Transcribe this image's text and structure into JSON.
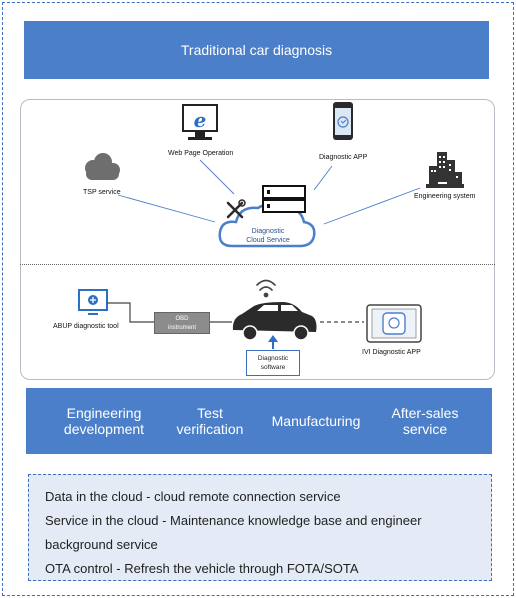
{
  "title": "Traditional car diagnosis",
  "cloud": {
    "label_line1": "Diagnostic",
    "label_line2": "Cloud Service"
  },
  "nodes": {
    "tsp": "TSP service",
    "web": "Web Page Operation",
    "app": "Diagnostic APP",
    "engineering": "Engineering system",
    "abup": "ABUP diagnostic tool",
    "obd_line1": "OBD",
    "obd_line2": "instrument",
    "diag_sw_line1": "Diagnostic",
    "diag_sw_line2": "software",
    "ivi": "IVI Diagnostic APP"
  },
  "stages": [
    {
      "line1": "Engineering",
      "line2": "development"
    },
    {
      "line1": "Test",
      "line2": "verification"
    },
    {
      "line1": "Manufacturing",
      "line2": ""
    },
    {
      "line1": "After-sales",
      "line2": "service"
    }
  ],
  "info": [
    "Data in the cloud  - cloud remote connection service",
    "Service in the cloud - Maintenance knowledge base and engineer",
    "background service",
    "OTA control - Refresh the vehicle through FOTA/SOTA"
  ],
  "colors": {
    "accent": "#4b7fc9",
    "frame": "#3a6fbf",
    "info_bg": "#e4ebf6"
  },
  "icons": [
    "cloud-icon",
    "ie-browser-icon",
    "smartphone-icon",
    "building-icon",
    "tools-icon",
    "server-icon",
    "monitor-icon",
    "car-icon",
    "wifi-icon",
    "tablet-icon",
    "arrow-up-icon"
  ]
}
